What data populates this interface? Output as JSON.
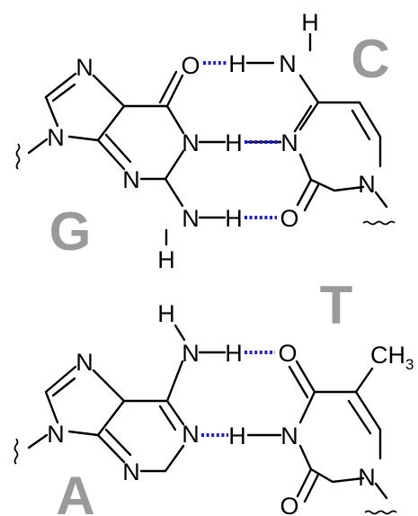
{
  "bases": {
    "guanine": "G",
    "cytosine": "C",
    "thymine": "T",
    "adenine": "A"
  },
  "atoms": {
    "N": "N",
    "O": "O",
    "H": "H",
    "C": "C",
    "methyl_C": "CH",
    "methyl_sub": "3"
  },
  "colors": {
    "base_letter": "#9a9a9a",
    "hydrogen_bond": "#1f1fd0",
    "bond": "#000000"
  }
}
